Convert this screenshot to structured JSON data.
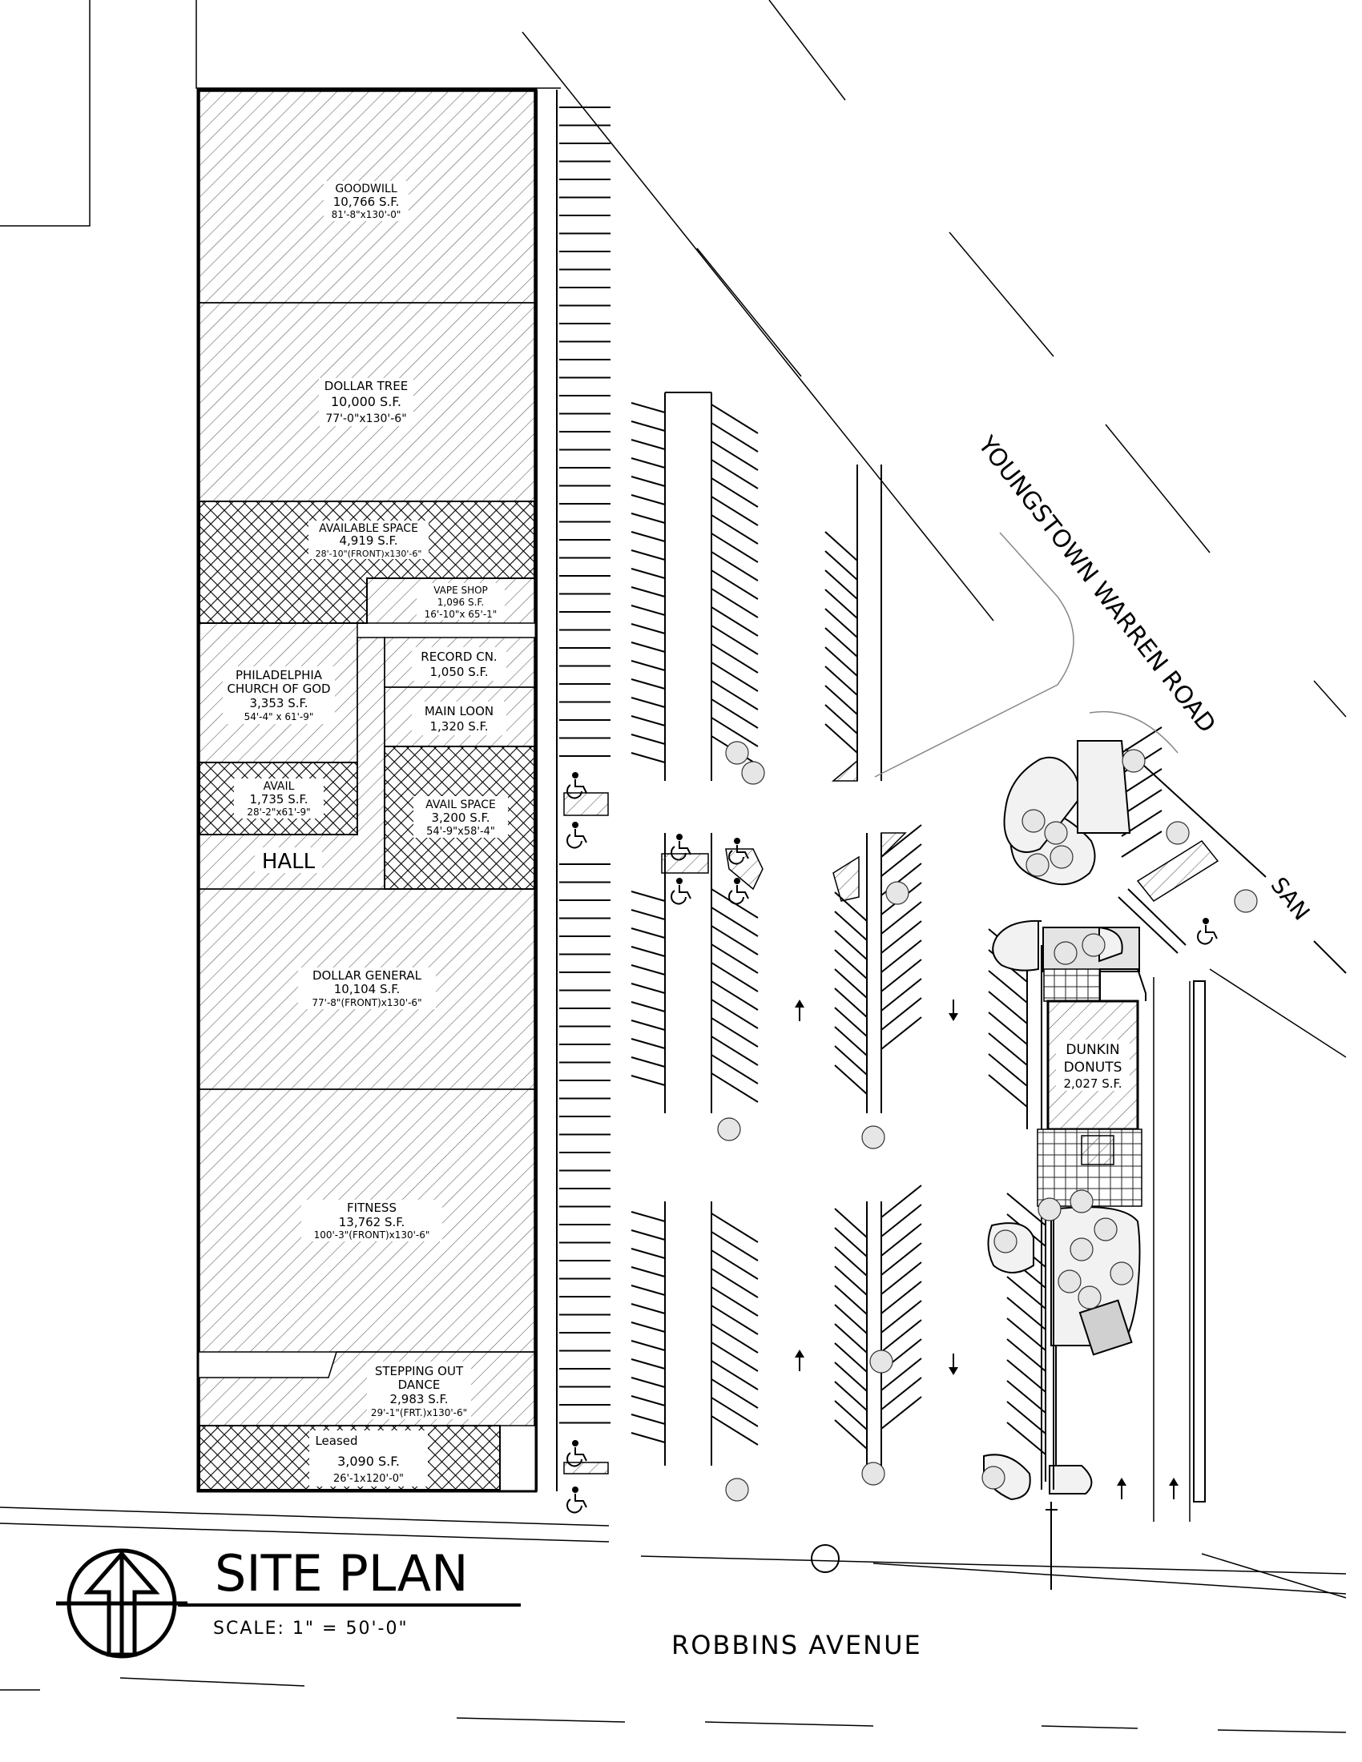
{
  "title": "SITE PLAN",
  "scale": "SCALE: 1\" = 50'-0\"",
  "roads": {
    "youngstown": "YOUNGSTOWN WARREN ROAD",
    "robbins": "ROBBINS AVENUE"
  },
  "tenants": [
    {
      "id": "goodwill",
      "lines": [
        "GOODWILL",
        "10,766 S.F.",
        "81'-8\"x130'-0\""
      ]
    },
    {
      "id": "dollar-tree",
      "lines": [
        "DOLLAR TREE",
        "10,000 S.F.",
        "77'-0\"x130'-6\""
      ]
    },
    {
      "id": "available-space",
      "lines": [
        "AVAILABLE SPACE",
        "4,919 S.F.",
        "28'-10\"(FRONT)x130'-6\""
      ]
    },
    {
      "id": "vape-shop",
      "lines": [
        "VAPE SHOP",
        "1,096 S.F.",
        "16'-10\"x 65'-1\""
      ]
    },
    {
      "id": "philadelphia-church",
      "lines": [
        "PHILADELPHIA",
        "CHURCH OF GOD",
        "3,353 S.F.",
        "54'-4\" x 61'-9\""
      ]
    },
    {
      "id": "record-cn",
      "lines": [
        "RECORD CN.",
        "1,050 S.F."
      ]
    },
    {
      "id": "main-loon",
      "lines": [
        "MAIN LOON",
        "1,320 S.F."
      ]
    },
    {
      "id": "avail",
      "lines": [
        "AVAIL",
        "1,735 S.F.",
        "28'-2\"x61'-9\""
      ]
    },
    {
      "id": "avail-space",
      "lines": [
        "AVAIL SPACE",
        "3,200 S.F.",
        "54'-9\"x58'-4\""
      ]
    },
    {
      "id": "hall",
      "lines": [
        "HALL"
      ]
    },
    {
      "id": "dollar-general",
      "lines": [
        "DOLLAR GENERAL",
        "10,104 S.F.",
        "77'-8\"(FRONT)x130'-6\""
      ]
    },
    {
      "id": "fitness",
      "lines": [
        "FITNESS",
        "13,762 S.F.",
        "100'-3\"(FRONT)x130'-6\""
      ]
    },
    {
      "id": "stepping-out-dance",
      "lines": [
        "STEPPING OUT",
        "DANCE",
        "2,983 S.F.",
        "29'-1\"(FRT.)x130'-6\""
      ]
    },
    {
      "id": "leased",
      "lines": [
        "Leased",
        "3,090 S.F.",
        "26'-1x120'-0\""
      ]
    },
    {
      "id": "dunkin-donuts",
      "lines": [
        "DUNKIN",
        "DONUTS",
        "2,027 S.F."
      ]
    }
  ],
  "road_marks": {
    "san": "SAN"
  }
}
